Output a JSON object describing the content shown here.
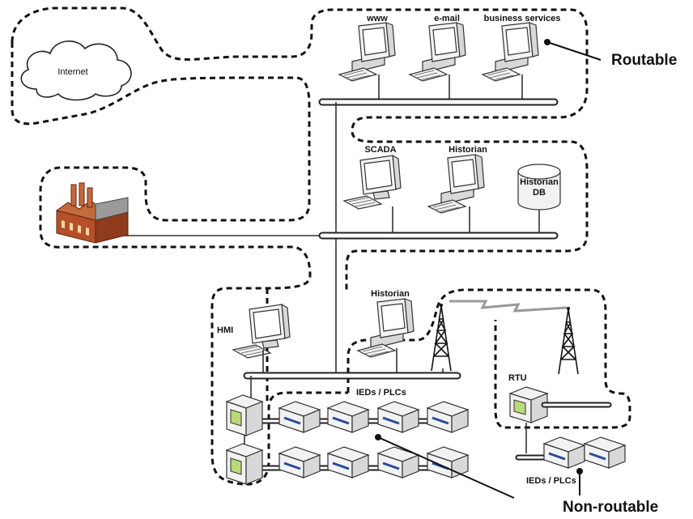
{
  "labels": {
    "internet": "Internet",
    "www": "www",
    "email": "e-mail",
    "business": "business services",
    "routable": "Routable",
    "scada": "SCADA",
    "historian_top": "Historian",
    "historian_db_line1": "Historian",
    "historian_db_line2": "DB",
    "historian_mid": "Historian",
    "hmi": "HMI",
    "rtu": "RTU",
    "ieds_plcs_main": "IEDs / PLCs",
    "ieds_plcs_rtu": "IEDs / PLCs",
    "non_routable": "Non-routable"
  },
  "icons": {
    "cloud": "cloud-icon",
    "factory": "factory-icon",
    "computer": "desktop-computer-icon",
    "monitor": "monitor-icon",
    "database": "database-icon",
    "tower": "radio-tower-icon",
    "plc": "plc-device-icon",
    "rtu": "rtu-device-icon",
    "lightning": "wireless-link-icon"
  },
  "colors": {
    "line": "#111111",
    "factory": "#b5502a",
    "chimney": "#c46a3c",
    "plc_panel": "#b9d97a"
  }
}
